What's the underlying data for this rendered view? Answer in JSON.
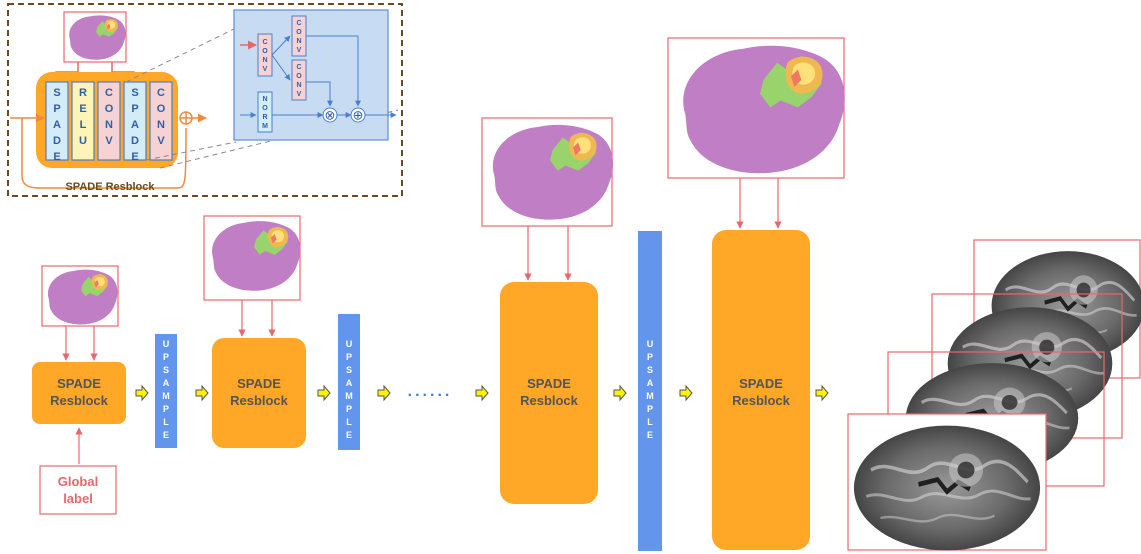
{
  "colors": {
    "orange": "#FFA726",
    "blue": "#6495ED",
    "red": "#E8676B",
    "purple": "#C07EC4",
    "green": "#98D46B",
    "yellow": "#FFE07A",
    "inset_bg": "#C7DCF2",
    "dashed_border": "#6B4A1E"
  },
  "inset": {
    "caption": "SPADE Resblock",
    "columns": [
      "SPADE",
      "RELU",
      "CONV",
      "SPADE",
      "CONV"
    ],
    "detail": {
      "conv_left": "CONV",
      "conv_top": "CONV",
      "conv_mid": "CONV",
      "norm": "NORM",
      "multiply_symbol": "⊗",
      "add_symbol": "⊕"
    }
  },
  "pipeline": {
    "resblock_label_line1": "SPADE",
    "resblock_label_line2": "Resblock",
    "upsample_label": "UPSAMPLE",
    "ellipsis": "......",
    "global_label_line1": "Global",
    "global_label_line2": "label"
  }
}
